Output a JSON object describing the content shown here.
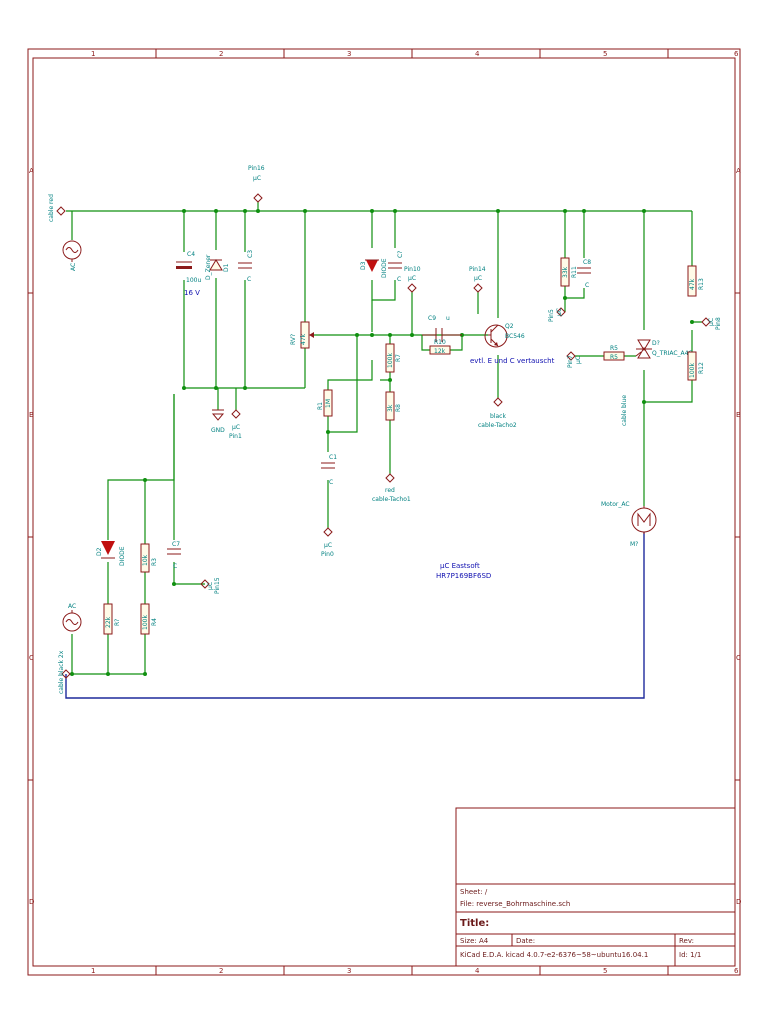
{
  "schematic": {
    "border_cols": [
      "1",
      "2",
      "3",
      "4",
      "5",
      "6"
    ],
    "border_rows": [
      "A",
      "B",
      "C",
      "D"
    ],
    "notes": {
      "controller_line1": "µC Eastsoft",
      "controller_line2": "HR7P169BF6SD",
      "swap_note": "evtl. E und C vertauscht",
      "c4_voltage": "16 V"
    },
    "components": {
      "c4": {
        "ref": "C4",
        "value": "100u"
      },
      "d1": {
        "ref": "D1",
        "value": "D_Zener"
      },
      "c3": {
        "ref": "C3",
        "value": "C"
      },
      "d3": {
        "ref": "D3",
        "value": "DIODE"
      },
      "c7a": {
        "ref": "C?",
        "value": "C"
      },
      "c8": {
        "ref": "C8",
        "value": "C"
      },
      "r11": {
        "ref": "R11",
        "value": "33k"
      },
      "rv2": {
        "ref": "RV?",
        "value": "47k"
      },
      "c9": {
        "ref": "C9",
        "value": "u"
      },
      "r10": {
        "ref": "R10",
        "value": "12k"
      },
      "q2": {
        "ref": "Q2",
        "value": "BC546"
      },
      "r7": {
        "ref": "R7",
        "value": "100k"
      },
      "r8": {
        "ref": "R8",
        "value": "3k"
      },
      "r1": {
        "ref": "R1",
        "value": "1M"
      },
      "c1": {
        "ref": "C1",
        "value": "C"
      },
      "r5": {
        "ref": "R5",
        "value": "R5"
      },
      "d7": {
        "ref": "D?",
        "value": "Q_TRIAC_A4G"
      },
      "r13": {
        "ref": "R13",
        "value": "47k"
      },
      "r12": {
        "ref": "R12",
        "value": "100k"
      },
      "d2": {
        "ref": "D2",
        "value": "DIODE"
      },
      "r3": {
        "ref": "R3",
        "value": "10k"
      },
      "c7b": {
        "ref": "C7",
        "value": "C"
      },
      "r2": {
        "ref": "R?",
        "value": "22k"
      },
      "r4": {
        "ref": "R4",
        "value": "100k"
      },
      "motor": {
        "ref": "M?",
        "value": "Motor_AC"
      }
    },
    "ports": {
      "cable_red": "cable red",
      "cable_black_2x": "cable black 2x",
      "cable_blue": "cable blue",
      "ac_top": "AC",
      "ac_bottom": "AC",
      "pin16": "Pin16",
      "pin16_uc": "µC",
      "gnd": "GND",
      "pin1_uc": "µC",
      "pin1": "Pin1",
      "pin10": "Pin10",
      "pin10_uc": "µC",
      "pin14": "Pin14",
      "pin14_uc": "µC",
      "pin5": "Pin5",
      "pin5_uc": "µC",
      "pin7": "Pin7",
      "pin7_uc": "µC",
      "pin8_uc": "µC",
      "pin8": "Pin8",
      "black": "black",
      "cable_tacho2": "cable-Tacho2",
      "red": "red",
      "cable_tacho1": "cable-Tacho1",
      "pin0_uc": "µC",
      "pin0": "Pin0",
      "pin15_uc": "µC",
      "pin15": "Pin15"
    }
  },
  "title_block": {
    "sheet": "Sheet: /",
    "file": "File: reverse_Bohrmaschine.sch",
    "title": "Title:",
    "size": "Size: A4",
    "date": "Date:",
    "rev": "Rev:",
    "tool": "KiCad E.D.A.  kicad 4.0.7-e2-6376~58~ubuntu16.04.1",
    "id": "Id: 1/1"
  },
  "colors": {
    "frame": "#8b1a1a",
    "wire": "#109010",
    "bus": "#1e2a9c",
    "reference": "#008080",
    "note": "#1010b0"
  }
}
